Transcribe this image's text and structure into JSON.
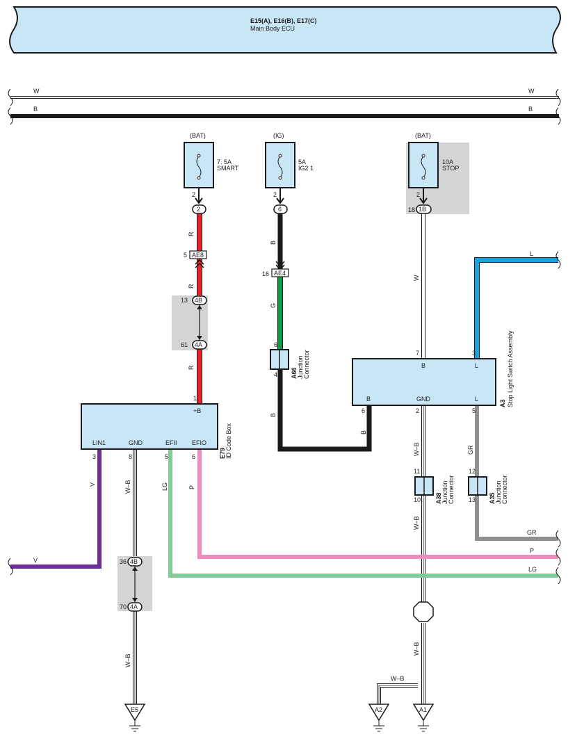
{
  "colors": {
    "R": "#e8222b",
    "B": "#1a1a1a",
    "G": "#0a9b48",
    "L": "#1aa3e0",
    "V": "#6d2f94",
    "P": "#f08bbd",
    "LG": "#82ca98",
    "GR": "#8e8f92",
    "W": "#ffffff",
    "component_fill": "#c9e6f7",
    "shade": "#d3d4d6"
  },
  "ecu": {
    "code": "E15(A), E16(B), E17(C)",
    "name": "Main Body ECU"
  },
  "buses": {
    "w_left": "W",
    "w_right": "W",
    "b_left": "B",
    "b_right": "B"
  },
  "fuses": {
    "smart": {
      "supply": "(BAT)",
      "rating": "7. 5A",
      "name": "SMART",
      "pin": "2"
    },
    "ig2": {
      "supply": "(IG)",
      "rating": "5A",
      "name": "IG2 1",
      "pin": "2"
    },
    "stop": {
      "supply": "(BAT)",
      "rating": "10A",
      "name": "STOP",
      "pin": "2"
    }
  },
  "connectors": {
    "c2": {
      "num": "",
      "label": "2"
    },
    "c6": {
      "num": "",
      "label": "6"
    },
    "c1b": {
      "num": "18",
      "label": "1B"
    },
    "ae8": {
      "num": "5",
      "label": "AE8"
    },
    "ae4": {
      "num": "16",
      "label": "AE4"
    },
    "c4b_top": {
      "num": "13",
      "label": "4B"
    },
    "c4a_top": {
      "num": "61",
      "label": "4A"
    },
    "c4b_bot": {
      "num": "36",
      "label": "4B"
    },
    "c4a_bot": {
      "num": "70",
      "label": "4A"
    }
  },
  "wire_labels": {
    "r1": "R",
    "r2": "R",
    "r3": "R",
    "b_ig": "B",
    "g_ig": "G",
    "b_ig2": "B",
    "b_ig3": "B",
    "w_stop": "W",
    "l_top": "L",
    "v_vert": "V",
    "v_left": "V",
    "wb1": "W–B",
    "wb2": "W–B",
    "wb3": "W–B",
    "wb4": "W–B",
    "wb5": "W–B",
    "wb_branch": "W–B",
    "lg_vert": "LG",
    "lg_right": "LG",
    "p_vert": "P",
    "p_right": "P",
    "gr_vert": "GR",
    "gr_right": "GR"
  },
  "id_code_box": {
    "code": "E79",
    "name": "ID Code Box",
    "pin_b": "+B",
    "pin_b_num": "1",
    "lin1": "LIN1",
    "lin1_num": "3",
    "gnd": "GND",
    "gnd_num": "8",
    "efii": "EFII",
    "efii_num": "5",
    "efio": "EFIO",
    "efio_num": "6"
  },
  "stop_switch": {
    "code": "A3",
    "name": "Stop Light Switch Assembly",
    "top_b": "B",
    "top_b_num": "7",
    "top_l": "L",
    "top_l_num": "3",
    "bot_b": "B",
    "bot_b_num": "6",
    "bot_gnd": "GND",
    "bot_gnd_num": "2",
    "bot_l": "L",
    "bot_l_num": "5"
  },
  "junctions": {
    "a66": {
      "code": "A66",
      "name1": "Junction",
      "name2": "Connector",
      "top": "6",
      "bot": "4"
    },
    "a38": {
      "code": "A38",
      "name1": "Junction",
      "name2": "Connector",
      "top": "11",
      "bot": "10"
    },
    "a35": {
      "code": "A35",
      "name1": "Junction",
      "name2": "Connector",
      "top": "12",
      "bot": "13"
    }
  },
  "grounds": {
    "e5": "E5",
    "a2": "A2",
    "a1": "A1"
  }
}
